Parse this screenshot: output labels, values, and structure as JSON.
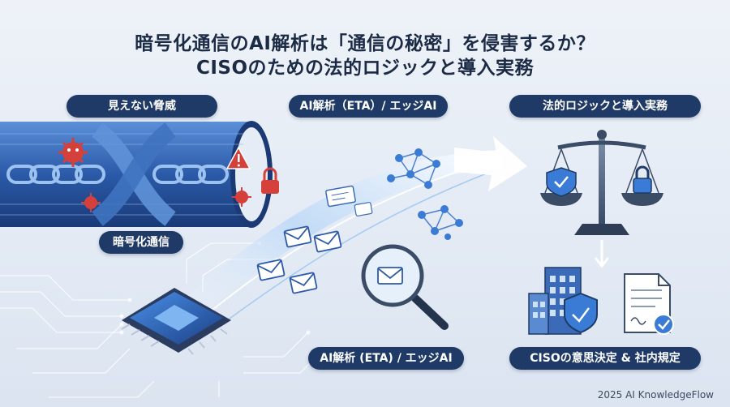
{
  "title_line1": "暗号化通信のAI解析は「通信の秘密」を侵害するか？",
  "title_line2": "CISOのための法的ロジックと導入実務",
  "labels": {
    "unseen_threat": "見えない脅威",
    "ai_analysis_top": "AI解析（ETA）/ エッジAI",
    "legal_logic": "法的ロジックと導入実務",
    "encrypted_comm": "暗号化通信",
    "ai_analysis_bottom": "AI解析 (ETA) / エッジAI",
    "ciso_decision": "CISOの意思決定 & 社内規定"
  },
  "footer": "2025 AI KnowledgeFlow",
  "colors": {
    "navy": "#1f3a66",
    "accent_blue": "#3a7bd5",
    "threat_red": "#d6403a",
    "background": "#e8eef6"
  },
  "icons": [
    "virus-icon",
    "warning-icon",
    "padlock-icon",
    "neural-network-icon",
    "envelope-icon",
    "magnifier-icon",
    "scales-icon",
    "shield-icon",
    "building-icon",
    "document-icon",
    "checkmark-icon",
    "chip-icon",
    "arrow-icon"
  ]
}
